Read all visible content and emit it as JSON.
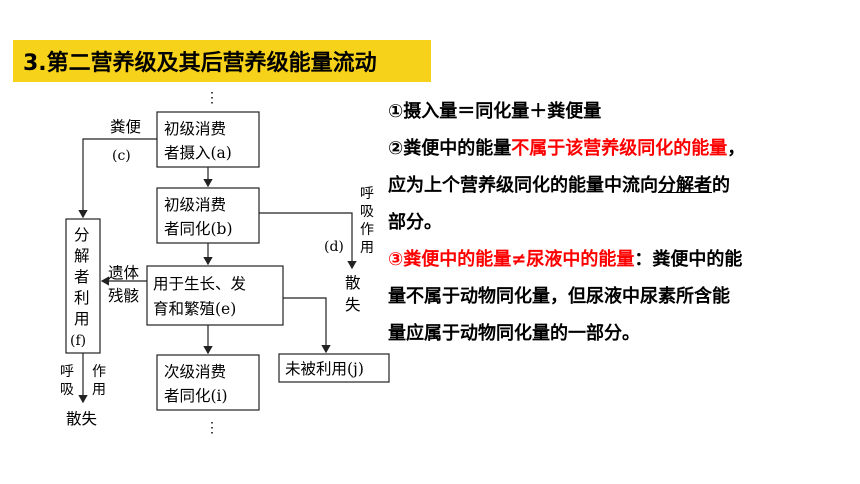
{
  "title": "3.第二营养级及其后营养级能量流动",
  "diagram": {
    "box_intake": [
      "初级消费",
      "者摄入(a)"
    ],
    "box_assim": [
      "初级消费",
      "者同化(b)"
    ],
    "box_growth": [
      "用于生长、发",
      "育和繁殖(e)"
    ],
    "box_secondary": [
      "次级消费",
      "者同化(i)"
    ],
    "box_decomposer": [
      "分",
      "解",
      "者",
      "利",
      "用",
      "(f)"
    ],
    "box_unused": "未被利用(j)",
    "label_feces": "粪便",
    "label_c": "(c)",
    "label_remains": [
      "遗体",
      "残骸"
    ],
    "label_resp_right": [
      "呼",
      "吸",
      "作",
      "用"
    ],
    "label_d": "(d)",
    "label_dissipate_right": [
      "散",
      "失"
    ],
    "label_resp_bottom_left": [
      "呼",
      "吸"
    ],
    "label_resp_bottom_right": [
      "作",
      "用"
    ],
    "label_dissipate_bottom": "散失"
  },
  "notes": {
    "line1": "①摄入量＝同化量＋粪便量",
    "line2_a": "②粪便中的能量",
    "line2_red": "不属于该营养级同化的能量",
    "line2_b": "，",
    "line3_a": "应为上个营养级同化的能量中流向",
    "line3_ul": "分解者",
    "line3_b": "的",
    "line4": "部分。",
    "line5_red": "③粪便中的能量≠尿液中的能量",
    "line5_b": "：粪便中的能",
    "line6": "量不属于动物同化量，但尿液中尿素所含能",
    "line7": "量应属于动物同化量的一部分。"
  }
}
